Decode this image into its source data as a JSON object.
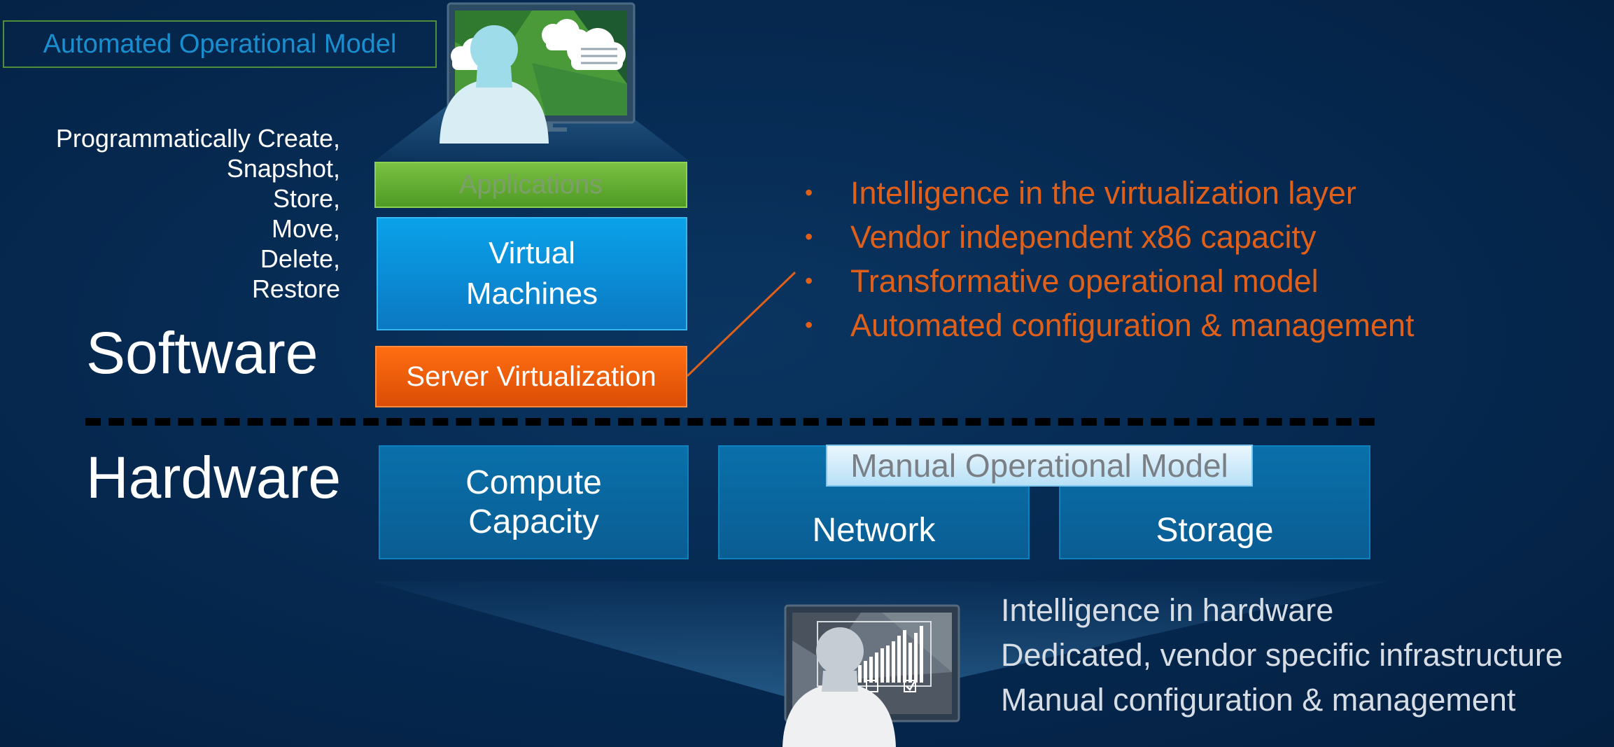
{
  "top_label": "Automated Operational Model",
  "actions": [
    "Programmatically Create,",
    "Snapshot,",
    "Store,",
    "Move,",
    "Delete,",
    "Restore"
  ],
  "software_label": "Software",
  "hardware_label": "Hardware",
  "stack": {
    "applications": "Applications",
    "vms_line1": "Virtual",
    "vms_line2": "Machines",
    "server_virtualization": "Server Virtualization"
  },
  "hardware": {
    "compute_line1": "Compute",
    "compute_line2": "Capacity",
    "network": "Network",
    "storage": "Storage",
    "manual_model": "Manual Operational Model"
  },
  "software_bullets": [
    "Intelligence in the virtualization layer",
    "Vendor independent x86 capacity",
    "Transformative operational model",
    "Automated configuration & management"
  ],
  "hardware_notes": [
    "Intelligence in hardware",
    "Dedicated, vendor specific infrastructure",
    "Manual configuration & management"
  ],
  "icons": {
    "top_admin": "admin-with-cloud-monitor-icon",
    "bottom_admin": "admin-with-chart-monitor-icon",
    "bullet": "bullet-dot"
  },
  "colors": {
    "applications": "#7ac143",
    "virtual_machines": "#0aa2ea",
    "server_virtualization": "#ff6e11",
    "bullet_text": "#e0601a",
    "hardware_box": "#0a6aa3"
  }
}
